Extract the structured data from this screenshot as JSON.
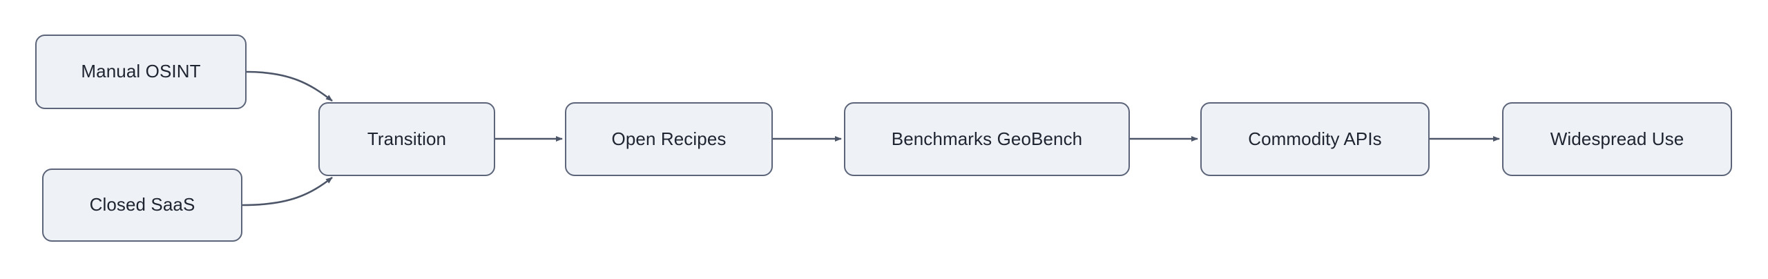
{
  "diagram": {
    "type": "flowchart",
    "direction": "left-to-right",
    "background_color": "#ffffff",
    "node_fill_color": "#eef1f6",
    "node_border_color": "#5b6478",
    "node_text_color": "#1e2430",
    "edge_color": "#5b6478",
    "nodes": [
      {
        "id": "manual-osint",
        "label": "Manual OSINT"
      },
      {
        "id": "closed-saas",
        "label": "Closed SaaS"
      },
      {
        "id": "transition",
        "label": "Transition"
      },
      {
        "id": "open-recipes",
        "label": "Open Recipes"
      },
      {
        "id": "benchmarks",
        "label": "Benchmarks GeoBench"
      },
      {
        "id": "commodity-apis",
        "label": "Commodity APIs"
      },
      {
        "id": "widespread-use",
        "label": "Widespread Use"
      }
    ],
    "edges": [
      {
        "from": "manual-osint",
        "to": "transition",
        "style": "curved",
        "arrow": "end",
        "label": ""
      },
      {
        "from": "closed-saas",
        "to": "transition",
        "style": "curved",
        "arrow": "end",
        "label": ""
      },
      {
        "from": "transition",
        "to": "open-recipes",
        "style": "straight",
        "arrow": "end",
        "label": ""
      },
      {
        "from": "open-recipes",
        "to": "benchmarks",
        "style": "straight",
        "arrow": "end",
        "label": ""
      },
      {
        "from": "benchmarks",
        "to": "commodity-apis",
        "style": "straight",
        "arrow": "end",
        "label": ""
      },
      {
        "from": "commodity-apis",
        "to": "widespread-use",
        "style": "straight",
        "arrow": "end",
        "label": ""
      }
    ]
  }
}
